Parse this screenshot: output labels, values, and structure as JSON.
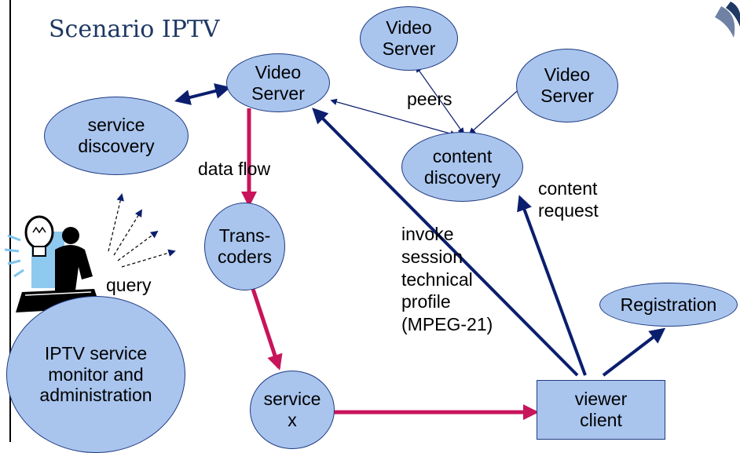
{
  "title": "Scenario IPTV",
  "colors": {
    "node_fill": "#A9C5EE",
    "node_border": "#1F3A80",
    "control_arrow": "#0B1E6E",
    "data_arrow": "#C8145A",
    "title": "#1F3864"
  },
  "icons": {
    "monitor": "person-at-desk-with-lightbulb-icon",
    "corner": "logo-swoosh-icon"
  },
  "nodes": {
    "video_server_main": "Video\nServer",
    "video_server_top": "Video\nServer",
    "video_server_right": "Video\nServer",
    "service_discovery": "service\ndiscovery",
    "content_discovery": "content\ndiscovery",
    "transcoders": "Trans-\ncoders",
    "service_x": "service\nx",
    "registration": "Registration",
    "iptv_monitor": "IPTV service\nmonitor and\nadministration",
    "viewer_client": "viewer\nclient"
  },
  "labels": {
    "peers": "peers",
    "data_flow": "data flow",
    "content_request": "content\nrequest",
    "invoke": "invoke\nsession\ntechnical\nprofile\n(MPEG-21)",
    "query": "query"
  }
}
